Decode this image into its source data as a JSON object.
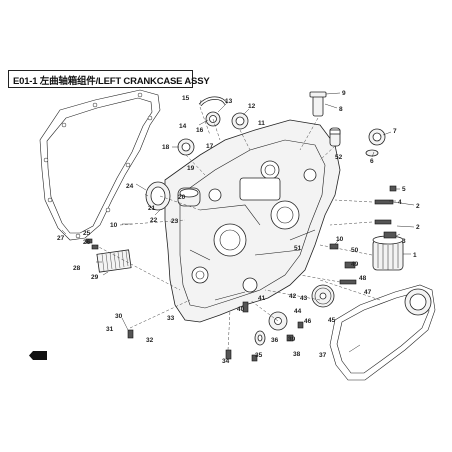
{
  "title": "E01-1 左曲轴箱组件/LEFT CRANKCASE ASSY",
  "callouts": {
    "c1": "1",
    "c2a": "2",
    "c2b": "2",
    "c3": "3",
    "c4": "4",
    "c5": "5",
    "c6": "6",
    "c7": "7",
    "c8": "8",
    "c9": "9",
    "c10a": "10",
    "c10b": "10",
    "c11": "11",
    "c12": "12",
    "c13": "13",
    "c14": "14",
    "c15": "15",
    "c16": "16",
    "c17": "17",
    "c18": "18",
    "c19": "19",
    "c20": "20",
    "c21": "21",
    "c22": "22",
    "c23": "23",
    "c24": "24",
    "c25": "25",
    "c26": "26",
    "c27": "27",
    "c28": "28",
    "c29": "29",
    "c30": "30",
    "c31": "31",
    "c32": "32",
    "c33": "33",
    "c34": "34",
    "c35": "35",
    "c36": "36",
    "c37": "37",
    "c38": "38",
    "c39": "39",
    "c40": "40",
    "c41": "41",
    "c42": "42",
    "c43": "43",
    "c44": "44",
    "c45": "45",
    "c46": "46",
    "c47": "47",
    "c48": "48",
    "c49": "49",
    "c50": "50",
    "c51": "51",
    "c52": "52"
  }
}
